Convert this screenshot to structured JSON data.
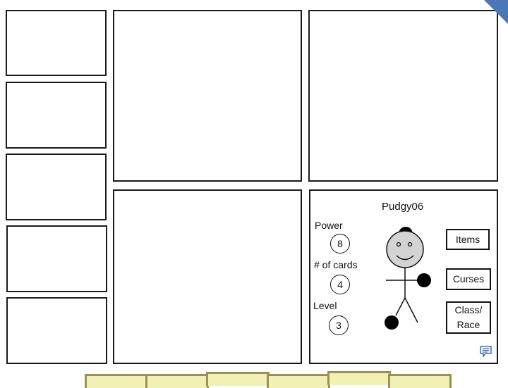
{
  "player": {
    "name": "Pudgy06",
    "stats": [
      {
        "label": "Power",
        "value": "8"
      },
      {
        "label": "# of cards",
        "value": "4"
      },
      {
        "label": "Level",
        "value": "3"
      }
    ],
    "buttons": {
      "items": "Items",
      "curses": "Curses",
      "class_race": "Class/\nRace"
    },
    "avatar_icon": "stick-figure-icon",
    "chat_icon": "speech-bubble-icon"
  },
  "colors": {
    "corner_accent": "#4b77b6",
    "card_fill": "#f1f0b5",
    "card_border": "#9c8f57",
    "avatar_face": "#d3d3d3"
  },
  "hand": {
    "card_count": 6
  }
}
